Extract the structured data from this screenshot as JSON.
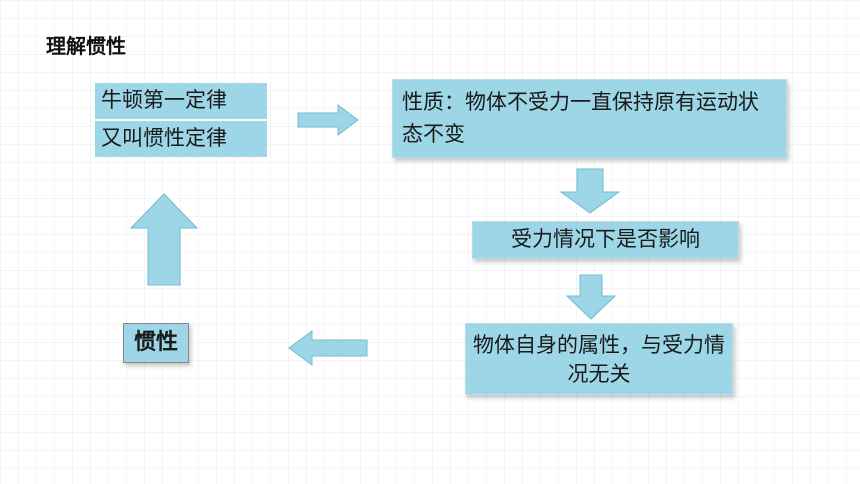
{
  "page": {
    "title": "理解惯性"
  },
  "diagram": {
    "newton_first_law": {
      "line1": "牛顿第一定律",
      "line2": "又叫惯性定律"
    },
    "property_box": "性质：物体不受力一直保持原有运动状态不变",
    "force_question": "受力情况下是否影响",
    "intrinsic_property": "物体自身的属性，与受力情况无关",
    "inertia_label": "惯性"
  },
  "colors": {
    "box_fill": "#9dd6e6",
    "arrow_fill": "#9dd6e6",
    "arrow_stroke": "#6fbdd3"
  }
}
